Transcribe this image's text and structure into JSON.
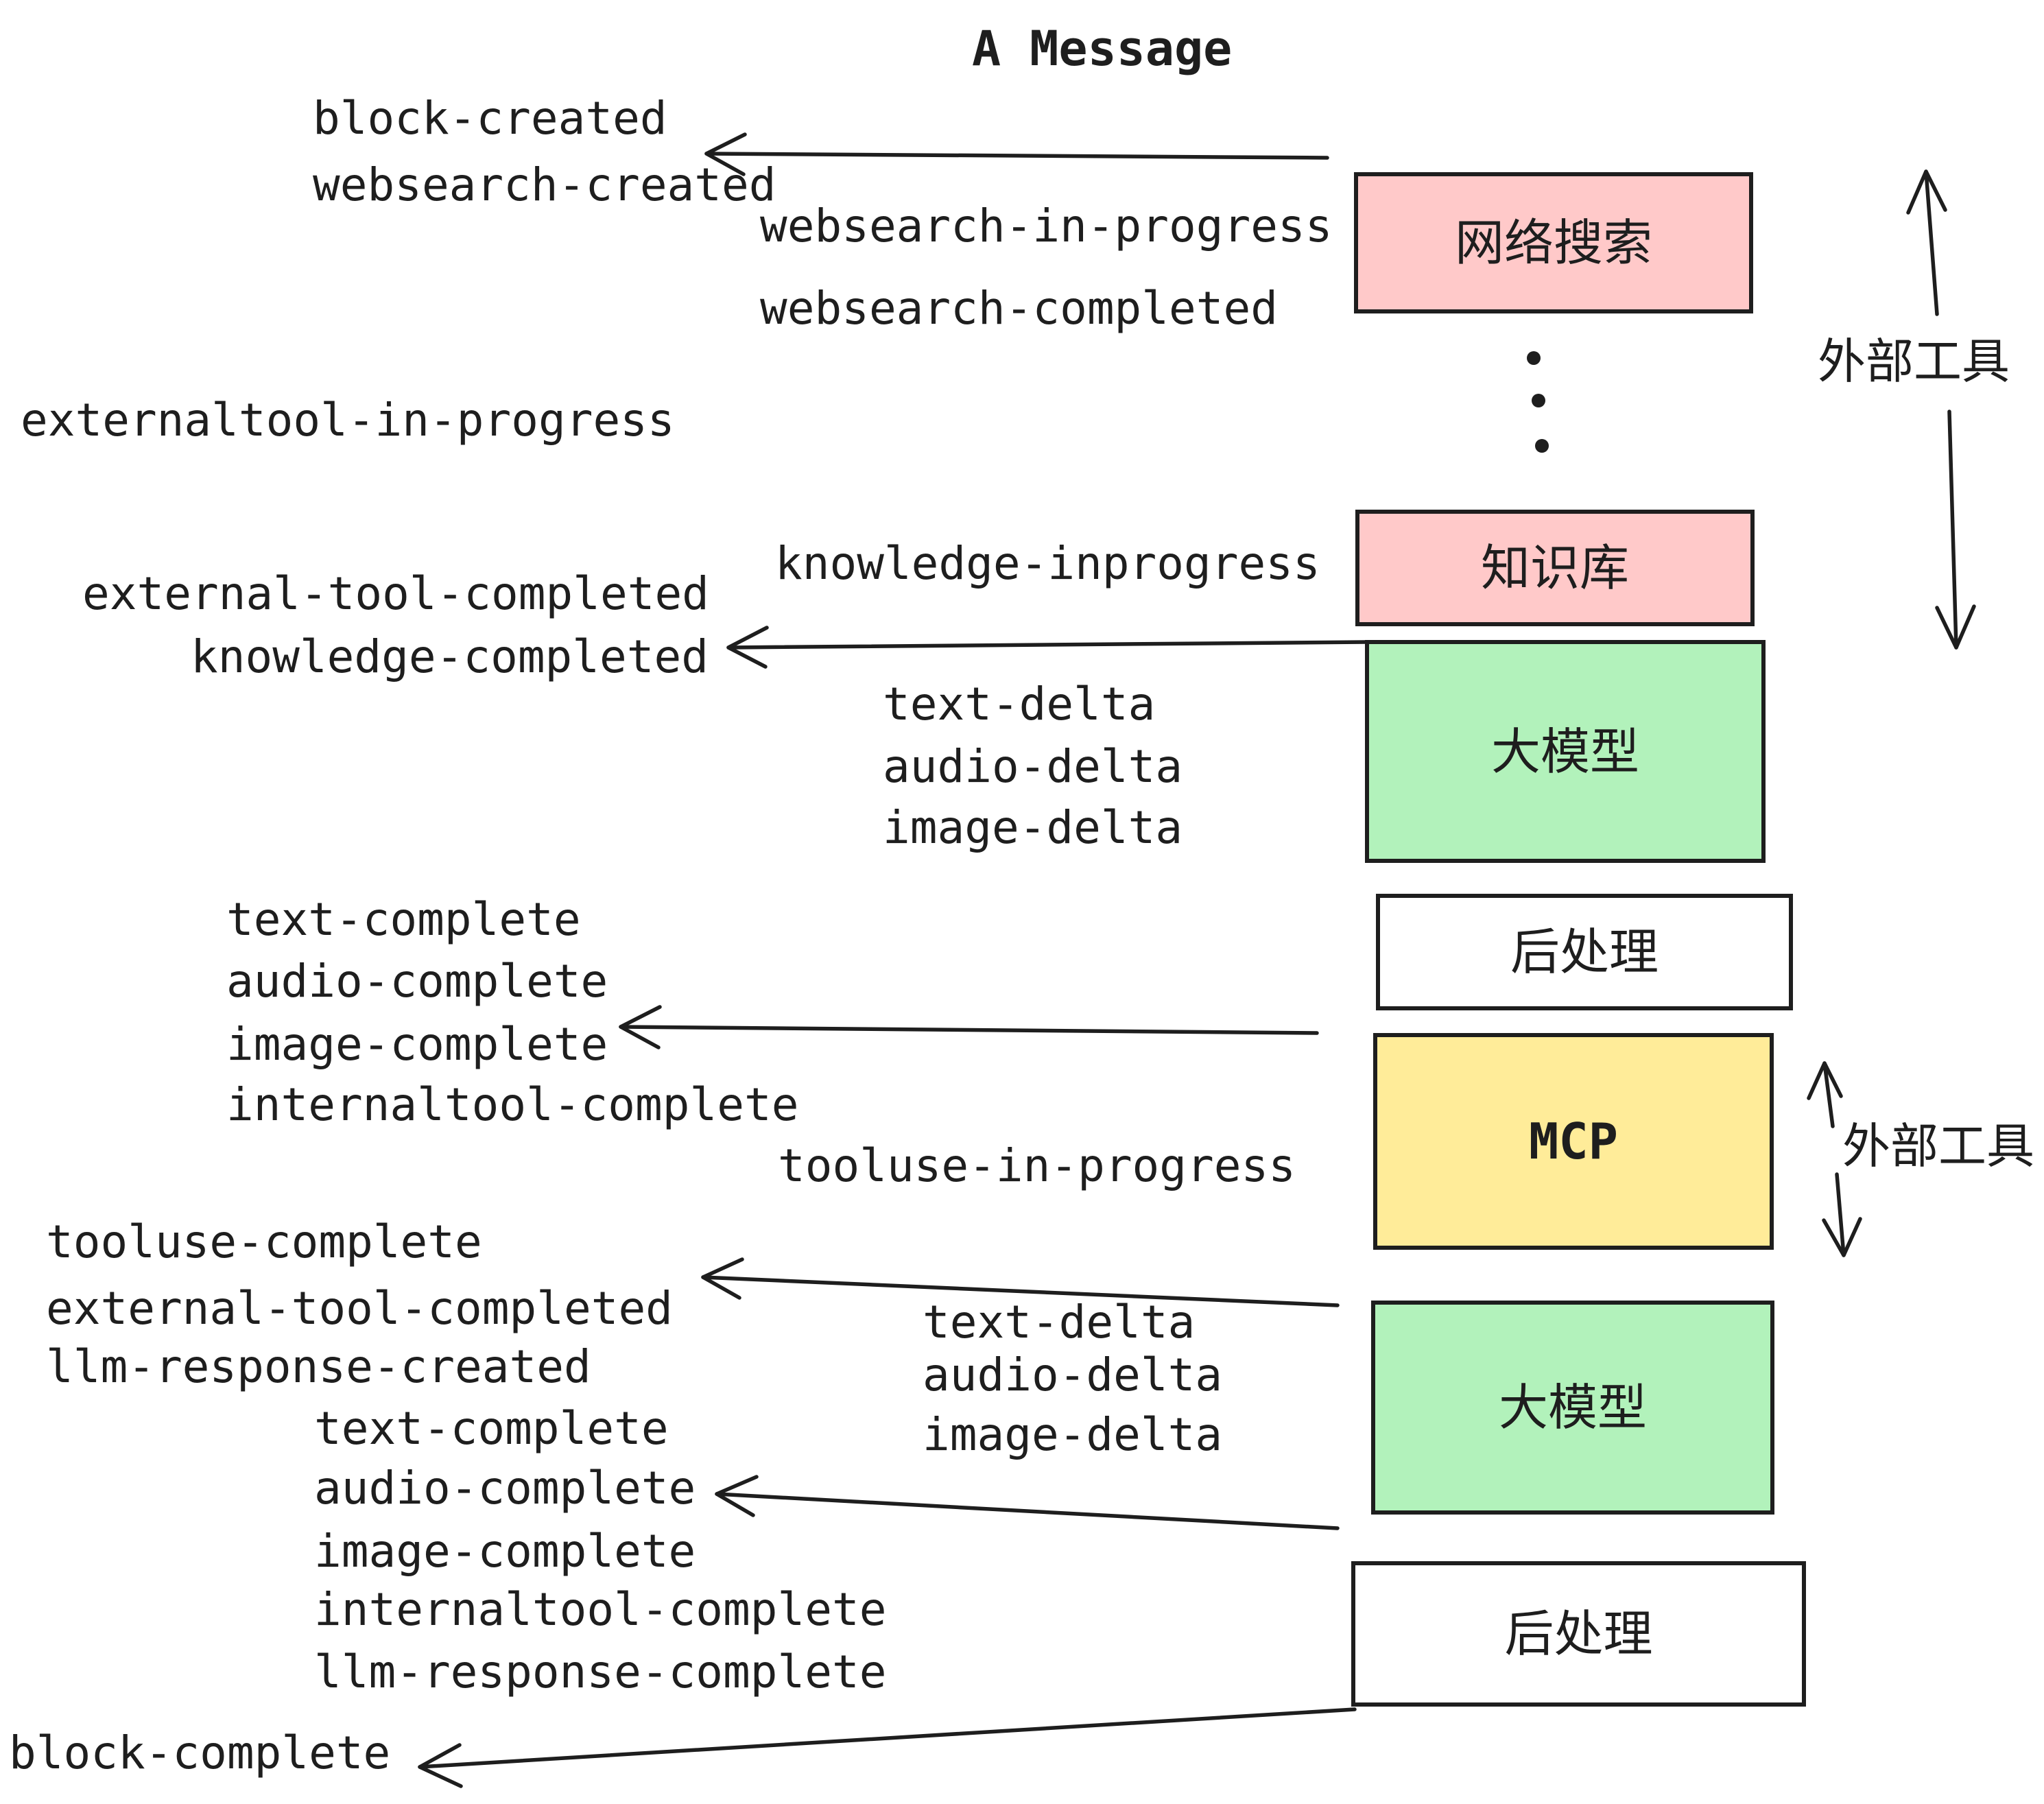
{
  "title": "A Message",
  "boxes": [
    {
      "label": "网络搜索",
      "fill": "#ffc9c9"
    },
    {
      "label": "知识库",
      "fill": "#ffc9c9"
    },
    {
      "label": "大模型",
      "fill": "#b2f2bb"
    },
    {
      "label": "后处理",
      "fill": "#ffffff"
    },
    {
      "label": "MCP",
      "fill": "#ffec99"
    },
    {
      "label": "大模型",
      "fill": "#b2f2bb"
    },
    {
      "label": "后处理",
      "fill": "#ffffff"
    }
  ],
  "side_labels": [
    "外部工具",
    "外部工具"
  ],
  "event_labels": [
    "block-created",
    "websearch-created",
    "websearch-in-progress",
    "websearch-completed",
    "externaltool-in-progress",
    "knowledge-inprogress",
    "external-tool-completed",
    "knowledge-completed",
    "text-delta",
    "audio-delta",
    "image-delta",
    "text-complete",
    "audio-complete",
    "image-complete",
    "internaltool-complete",
    "tooluse-in-progress",
    "tooluse-complete",
    "external-tool-completed",
    "llm-response-created",
    "text-delta",
    "audio-delta",
    "image-delta",
    "text-complete",
    "audio-complete",
    "image-complete",
    "internaltool-complete",
    "llm-response-complete",
    "block-complete"
  ],
  "colors": {
    "outline": "#1e1e1e",
    "text": "#1e1e1e",
    "pink": "#ffc9c9",
    "green": "#b2f2bb",
    "yellow": "#ffec99",
    "white": "#ffffff"
  }
}
